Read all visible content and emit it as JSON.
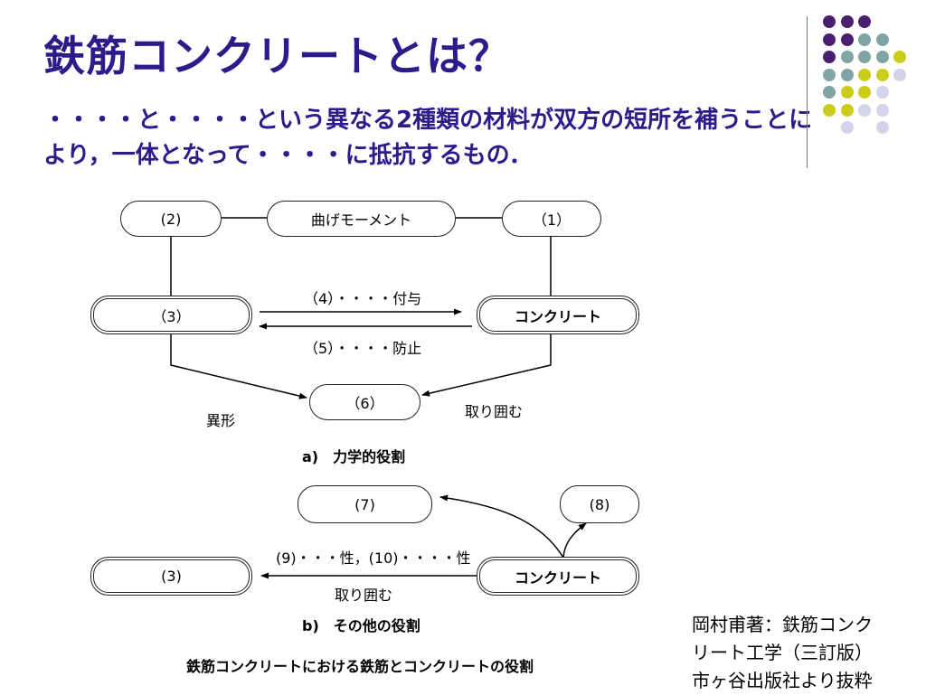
{
  "slide": {
    "title": "鉄筋コンクリートとは？",
    "subtitle": "・・・・と・・・・という異なる2種類の材料が双方の短所を補うことにより，一体となって・・・・に抵抗するもの．"
  },
  "decor": {
    "colors": {
      "purple": "#4b1f6f",
      "teal": "#7fa4a4",
      "yellow": "#cccc1a",
      "lavender": "#d3d3ea"
    },
    "dot_grid": [
      [
        "purple",
        "purple",
        "purple",
        "none",
        "none"
      ],
      [
        "purple",
        "purple",
        "teal",
        "teal",
        "none"
      ],
      [
        "purple",
        "teal",
        "teal",
        "teal",
        "yellow"
      ],
      [
        "teal",
        "teal",
        "yellow",
        "yellow",
        "lavender"
      ],
      [
        "teal",
        "yellow",
        "yellow",
        "lavender",
        "none"
      ],
      [
        "yellow",
        "yellow",
        "lavender",
        "lavender",
        "none"
      ],
      [
        "none",
        "lavender",
        "none",
        "lavender",
        "none"
      ]
    ]
  },
  "diagram_a": {
    "node_2": "(2)",
    "moment": "曲げモーメント",
    "node_1": "（1）",
    "node_3": "（3）",
    "concrete": "コンクリート",
    "node_6": "（6）",
    "arrow_4": "（4）・・・・付与",
    "arrow_5": "（5）・・・・防止",
    "left_edge": "異形",
    "right_edge": "取り囲む",
    "caption": "a)　力学的役割"
  },
  "diagram_b": {
    "node_7": "(7)",
    "node_8": "(8)",
    "node_3": "(3)",
    "concrete": "コンクリート",
    "arrow_label": "(9)・・・性，(10)・・・・性",
    "arrow_sub": "取り囲む",
    "caption": "b)　その他の役割"
  },
  "figure_caption": "鉄筋コンクリートにおける鉄筋とコンクリートの役割",
  "credit": [
    "岡村甫著：鉄筋コンク",
    "リート工学（三訂版）",
    "市ヶ谷出版社より抜粋"
  ]
}
